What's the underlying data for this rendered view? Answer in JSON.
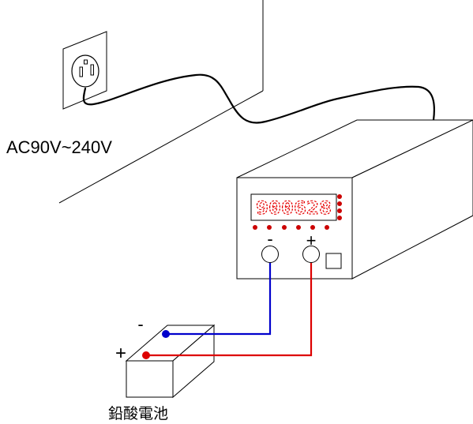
{
  "labels": {
    "voltage": "AC90V~240V",
    "battery": "鉛酸電池",
    "battery_negative": "-",
    "battery_positive": "+",
    "terminal_negative": "-",
    "terminal_positive": "+"
  },
  "display": {
    "reading": "900628",
    "digit_color": "#e60000",
    "indicator_color": "#cc0000"
  },
  "wires": {
    "negative_color": "#0000cc",
    "positive_color": "#dd0000"
  }
}
